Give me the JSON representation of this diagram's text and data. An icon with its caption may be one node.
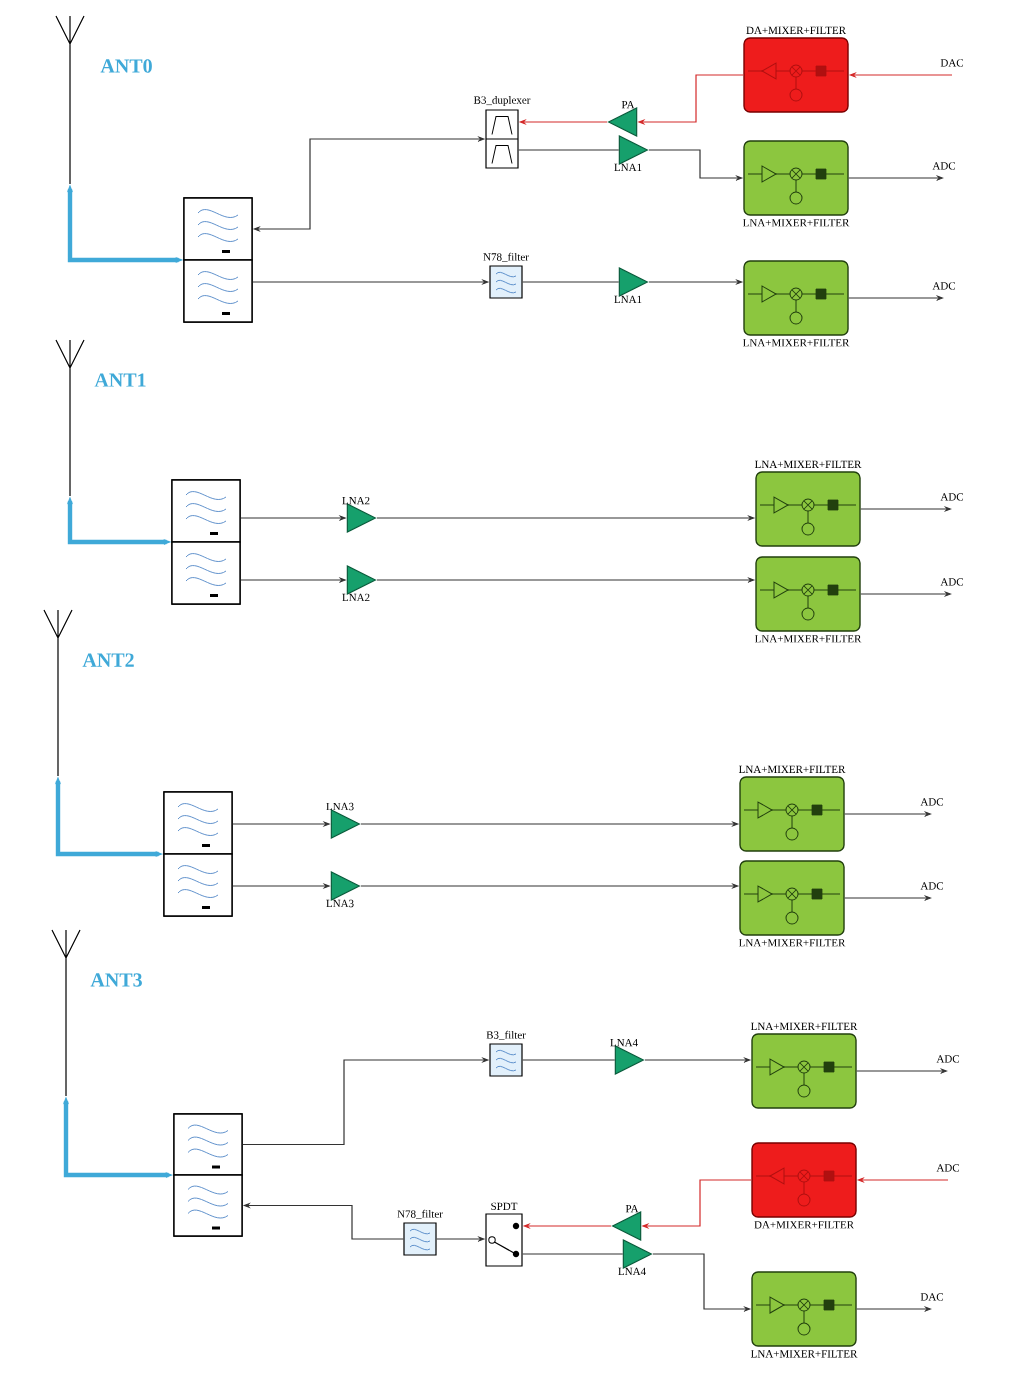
{
  "diagram": {
    "nodes": [
      {
        "text": [
          "ANT0"
        ]
      },
      {
        "text": [
          "DA+MIXER+FILTER"
        ]
      },
      {
        "text": [
          "DAC"
        ]
      },
      {
        "text": [
          "B3_duplexer"
        ]
      },
      {
        "text": [
          "PA"
        ]
      },
      {
        "text": [
          "LNA1"
        ]
      },
      {
        "text": [
          "LNA+MIXER+FILTER"
        ]
      },
      {
        "text": [
          "ADC"
        ]
      },
      {
        "text": [],
        "shape": "box"
      },
      {
        "text": [],
        "shape": "box",
        "in": 8
      },
      {
        "text": [],
        "shape": "box",
        "in": 8
      },
      {
        "text": [
          "N78_filter"
        ]
      },
      {
        "text": [
          "LNA1"
        ]
      },
      {
        "text": [
          "LNA+MIXER+FILTER"
        ]
      },
      {
        "text": [
          "ADC"
        ]
      },
      {
        "text": [
          "ANT1"
        ]
      },
      {
        "text": [
          "LNA+MIXER+FILTER"
        ]
      },
      {
        "text": [
          "ADC"
        ]
      },
      {
        "text": [],
        "shape": "box"
      },
      {
        "text": [],
        "shape": "box",
        "in": 18
      },
      {
        "text": [],
        "shape": "box",
        "in": 18
      },
      {
        "text": [
          "LNA2"
        ]
      },
      {
        "text": [
          "LNA2"
        ]
      },
      {
        "text": [
          "LNA+MIXER+FILTER"
        ]
      },
      {
        "text": [
          "ADC"
        ]
      },
      {
        "text": [
          "ANT2"
        ]
      },
      {
        "text": [
          "LNA+MIXER+FILTER"
        ]
      },
      {
        "text": [
          "ADC"
        ]
      },
      {
        "text": [],
        "shape": "box"
      },
      {
        "text": [],
        "shape": "box",
        "in": 28
      },
      {
        "text": [],
        "shape": "box",
        "in": 28
      },
      {
        "text": [
          "LNA3"
        ]
      },
      {
        "text": [
          "LNA3"
        ]
      },
      {
        "text": [
          "LNA+MIXER+FILTER"
        ]
      },
      {
        "text": [
          "ADC"
        ]
      },
      {
        "text": [
          "ANT3"
        ]
      },
      {
        "text": [
          "LNA+MIXER+FILTER"
        ]
      },
      {
        "text": [
          "B3_filter"
        ]
      },
      {
        "text": [
          "LNA4"
        ]
      },
      {
        "text": [
          "ADC"
        ]
      },
      {
        "text": [],
        "shape": "box"
      },
      {
        "text": [],
        "shape": "box",
        "in": 40
      },
      {
        "text": [],
        "shape": "box",
        "in": 40
      },
      {
        "text": [
          "DA+MIXER+FILTER"
        ]
      },
      {
        "text": [
          "ADC"
        ]
      },
      {
        "text": [
          "PA"
        ]
      },
      {
        "text": [
          "N78_filter"
        ]
      },
      {
        "text": [
          "SPDT"
        ]
      },
      {
        "text": [
          "LNA4"
        ]
      },
      {
        "text": [
          "DAC"
        ]
      },
      {
        "text": [
          "LNA+MIXER+FILTER"
        ]
      }
    ],
    "edges": [
      {
        "from": 0,
        "to": 8,
        "arrow": "both",
        "style": "thick",
        "color": "#3fa9d8"
      },
      {
        "from": 2,
        "to": 1,
        "arrow": "to",
        "color": "#d42a2a"
      },
      {
        "from": 1,
        "to": 4,
        "arrow": "to",
        "color": "#d42a2a"
      },
      {
        "from": 4,
        "to": 3,
        "arrow": "to",
        "color": "#d42a2a"
      },
      {
        "from": 3,
        "to": 9,
        "arrow": "both"
      },
      {
        "from": 3,
        "to": 5,
        "arrow": "none"
      },
      {
        "from": 5,
        "to": 6,
        "arrow": "to"
      },
      {
        "from": 6,
        "to": 7,
        "arrow": "to"
      },
      {
        "from": 10,
        "to": 11,
        "arrow": "to"
      },
      {
        "from": 11,
        "to": 12,
        "arrow": "none"
      },
      {
        "from": 12,
        "to": 13,
        "arrow": "to"
      },
      {
        "from": 13,
        "to": 14,
        "arrow": "to"
      },
      {
        "from": 15,
        "to": 18,
        "arrow": "both",
        "style": "thick",
        "color": "#3fa9d8"
      },
      {
        "from": 19,
        "to": 21,
        "arrow": "to"
      },
      {
        "from": 21,
        "to": 16,
        "arrow": "to"
      },
      {
        "from": 16,
        "to": 17,
        "arrow": "to"
      },
      {
        "from": 20,
        "to": 22,
        "arrow": "to"
      },
      {
        "from": 22,
        "to": 23,
        "arrow": "to"
      },
      {
        "from": 23,
        "to": 24,
        "arrow": "to"
      },
      {
        "from": 25,
        "to": 28,
        "arrow": "both",
        "style": "thick",
        "color": "#3fa9d8"
      },
      {
        "from": 29,
        "to": 31,
        "arrow": "to"
      },
      {
        "from": 31,
        "to": 26,
        "arrow": "to"
      },
      {
        "from": 26,
        "to": 27,
        "arrow": "to"
      },
      {
        "from": 30,
        "to": 32,
        "arrow": "to"
      },
      {
        "from": 32,
        "to": 33,
        "arrow": "to"
      },
      {
        "from": 33,
        "to": 34,
        "arrow": "to"
      },
      {
        "from": 35,
        "to": 40,
        "arrow": "both",
        "style": "thick",
        "color": "#3fa9d8"
      },
      {
        "from": 41,
        "to": 37,
        "arrow": "to"
      },
      {
        "from": 37,
        "to": 38,
        "arrow": "none"
      },
      {
        "from": 38,
        "to": 36,
        "arrow": "to"
      },
      {
        "from": 36,
        "to": 39,
        "arrow": "to"
      },
      {
        "from": 44,
        "to": 43,
        "arrow": "to",
        "color": "#d42a2a"
      },
      {
        "from": 43,
        "to": 45,
        "arrow": "to",
        "color": "#d42a2a"
      },
      {
        "from": 45,
        "to": 47,
        "arrow": "to",
        "color": "#d42a2a"
      },
      {
        "from": 47,
        "to": 48,
        "arrow": "none"
      },
      {
        "from": 48,
        "to": 50,
        "arrow": "to"
      },
      {
        "from": 50,
        "to": 49,
        "arrow": "to"
      },
      {
        "from": 46,
        "to": 47,
        "arrow": "to"
      },
      {
        "from": 46,
        "to": 42,
        "arrow": "to"
      }
    ]
  }
}
